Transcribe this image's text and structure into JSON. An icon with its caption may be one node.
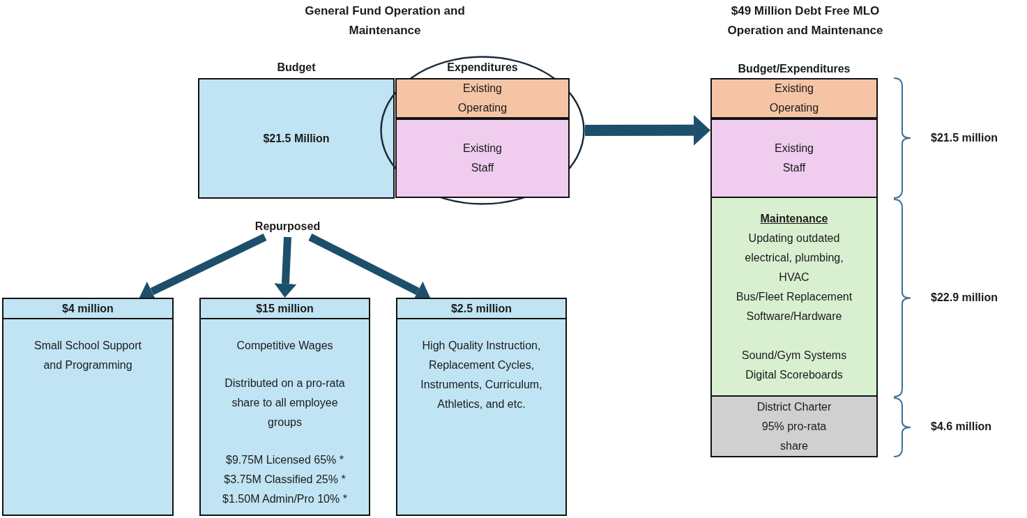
{
  "diagram": {
    "nodes": [
      {
        "text": [
          "Budget",
          "$21.5 Million"
        ]
      },
      {
        "text": [
          "Expenditures"
        ]
      },
      {
        "text": [
          "Existing Operating"
        ],
        "in": 1
      },
      {
        "text": [
          "Existing Staff"
        ],
        "in": 1
      },
      {
        "text": [
          "Repurposed"
        ]
      },
      {
        "text": [
          "$4 million",
          "Small School Support and Programming"
        ]
      },
      {
        "text": [
          "$15 million",
          "Competitive Wages",
          "Distributed on a pro-rata share to all employee groups",
          "$9.75M Licensed 65% *",
          "$3.75M Classified 25% *",
          "$1.50M Admin/Pro 10% *"
        ]
      },
      {
        "text": [
          "$2.5 million",
          "High Quality Instruction, Replacement Cycles, Instruments, Curriculum, Athletics, and etc."
        ]
      },
      {
        "text": [
          "Budget/Expenditures"
        ]
      },
      {
        "text": [
          "Existing Operating"
        ],
        "in": 8
      },
      {
        "text": [
          "Existing Staff"
        ],
        "in": 8
      },
      {
        "text": [
          "Maintenance",
          "Updating outdated electrical, plumbing, HVAC",
          "Bus/Fleet Replacement",
          "Software/Hardware",
          "Sound/Gym Systems",
          "Digital Scoreboards"
        ],
        "in": 8
      },
      {
        "text": [
          "District Charter 95% pro-rata share"
        ],
        "in": 8
      }
    ],
    "edges": [
      {
        "from": 1,
        "to": 8,
        "arrow": "to"
      },
      {
        "from": 4,
        "to": 5,
        "arrow": "to"
      },
      {
        "from": 4,
        "to": 6,
        "arrow": "to"
      },
      {
        "from": 4,
        "to": 7,
        "arrow": "to"
      }
    ],
    "labels": [
      "General Fund Operation and Maintenance",
      "$49 Million Debt Free MLO Operation and Maintenance",
      "$21.5 million",
      "$22.9 million",
      "$4.6 million"
    ]
  }
}
